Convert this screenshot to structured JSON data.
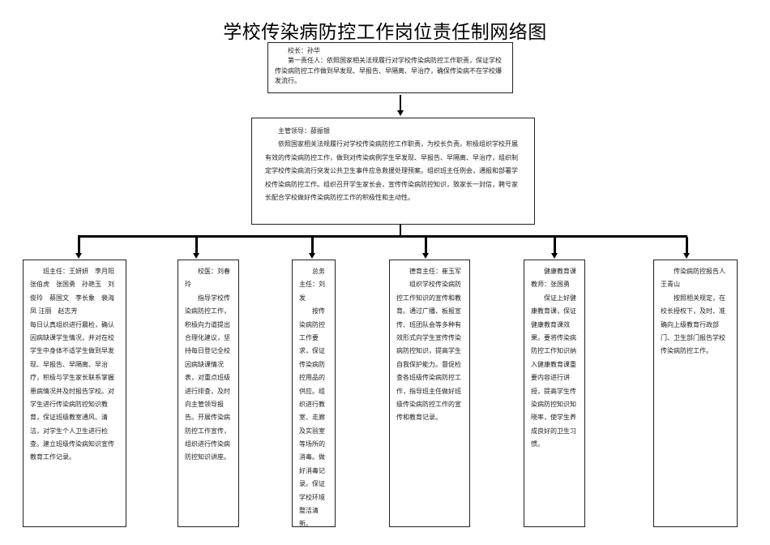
{
  "title": "学校传染病防控工作岗位责任制网络图",
  "principal": {
    "head": "校长：孙华",
    "body": "第一责任人：依照国家相关法规履行对学校传染病防控工作职责，保证学校传染病防控工作做到早发现、早报告、早隔离、早治疗，确保传染病不在学校爆发流行。"
  },
  "manager": {
    "head": "主管领导：薛振银",
    "body": "依照国家相关法规履行对学校传染病防控工作职责，为校长负责。积极组织学校开展有效的传染病防控工作，做到对传染病例学生早发现、早报告、早隔离、早治疗，组织制定学校传染病流行突发公共卫生事件应急救援处理预案。组织班主任例会，通报和部署学校传染病防控工作。组织召开学生家长会，宣传传染病防控知识，致家长一封信，聘号家长配合学校做好传染病防控工作的积极性和主动性。"
  },
  "columns": [
    {
      "head": "班主任：王妍妍　李月阳张伯虎　张国勇　孙艳玉　刘俊玲　蔡国文　李长象　裴海凤 汪丽　赵志芳",
      "body": "每日认真组织进行晨检，确认因病缺课学生情况，并对在校学生中身体不适学生做到早发现、早报告、早隔离、早治疗，积极与学生家长联系掌握患病情况并及时报告学校。对学生进行传染病防控知识教育，保证班级教室通风、清洁，对学生个人卫生进行检查。建立班级传染病知识宣传教育工作记录。"
    },
    {
      "head": "校医：刘春玲",
      "body": "指导学校传染病防控工作，积极向力道提出合理化建议，坚持每日登记全校因病缺课情况表，对重点班级进行排查，及时向主管领导报告。开展传染病防控工作宣传，组织进行传染病防控知识讲座。"
    },
    {
      "head": "总务主任：刘发",
      "body": "按传染病防控工作要求，保证传染病防控用品的供应。组织进行教室、走廊及实验室等场所的消毒。做好消毒记录。保证学校环境整洁清新。"
    },
    {
      "head": "德育主任：崔玉军",
      "body": "组织学校传染病防控工作知识的宣传和教育。通过广播、板报宣传、班团队会等多种有效形式向学生宣传传染病防控知识，提高学生自我保护能力。督促检查各班级传染病防控工作，指导班主任做好班级传染病防控工作的宣传和教育记录。"
    },
    {
      "head": "健康教育课教师：张国勇",
      "body": "保证上好健康教育课，保证健康教育课效果。要将传染病防控工作知识纳入健康教育课重要内容进行讲授，提高学生传染病防控知识知晓率，使学生养成良好的卫生习惯。"
    },
    {
      "head": "传染病防控报告人王青山",
      "body": "按照相关规定，在校长授权下，及时、准确向上级教育行政部门、卫生部门报告学校传染病防控工作。"
    }
  ]
}
